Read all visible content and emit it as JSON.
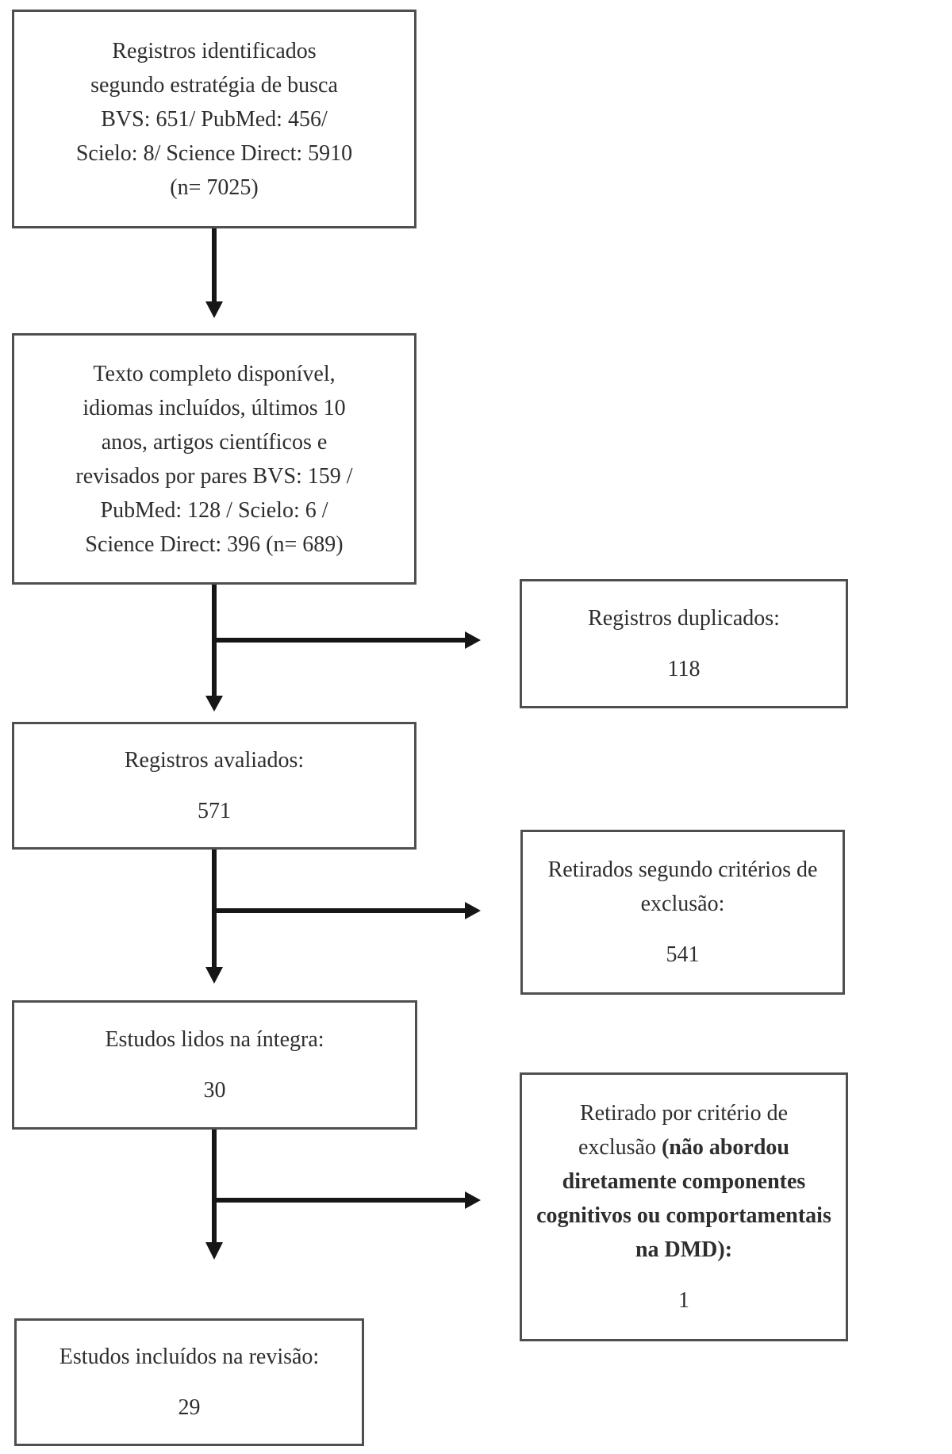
{
  "figure": {
    "type": "flow-diagram",
    "left_column": {
      "identified": {
        "text": "Registros identificados\nsegundo estratégia de busca\nBVS: 651/ PubMed: 456/\nScielo: 8/ Science Direct: 5910\n(n= 7025)"
      },
      "filtered": {
        "text": "Texto completo disponível,\nidiomas incluídos, últimos 10\nanos, artigos científicos e\nrevisados por pares BVS: 159 /\nPubMed: 128 / Scielo: 6 /\nScience Direct: 396 (n= 689)"
      },
      "assessed": {
        "label": "Registros avaliados:",
        "value": "571"
      },
      "read_full_text": {
        "label": "Estudos lidos na íntegra:",
        "value": "30"
      },
      "included": {
        "label": "Estudos incluídos na revisão:",
        "value": "29"
      }
    },
    "right_column": {
      "duplicates": {
        "label": "Registros duplicados:",
        "value": "118"
      },
      "excluded_criteria": {
        "label": "Retirados segundo critérios de\nexclusão:",
        "value": "541"
      },
      "excluded_full_text": {
        "label_normal": "Retirado por critério de\nexclusão ",
        "label_bold": "(não abordou\ndiretamente componentes\ncognitivos ou comportamentais\nna DMD):",
        "value": "1"
      }
    }
  },
  "colors": {
    "ink": "#2e2e2e",
    "box_border": "#4f4f4f",
    "arrow": "#161616",
    "background": "#ffffff"
  }
}
